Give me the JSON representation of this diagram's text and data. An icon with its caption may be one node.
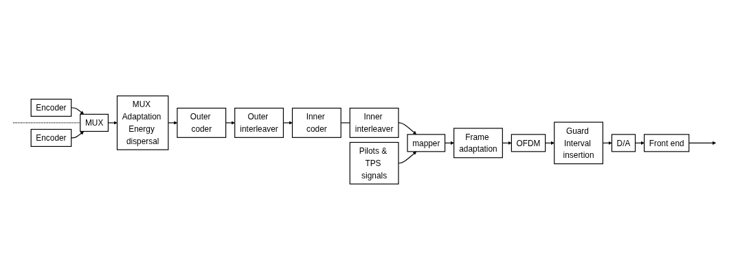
{
  "diagram": {
    "nodes": [
      {
        "text": [
          "Encoder"
        ]
      },
      {
        "text": [
          "Encoder"
        ]
      },
      {
        "text": [
          "MUX"
        ]
      },
      {
        "text": [
          "MUX Adaptation Energy dispersal"
        ]
      },
      {
        "text": [
          "Outer coder"
        ]
      },
      {
        "text": [
          "Outer interleaver"
        ]
      },
      {
        "text": [
          "Inner coder"
        ]
      },
      {
        "text": [
          "Inner interleaver"
        ]
      },
      {
        "text": [
          "mapper"
        ]
      },
      {
        "text": [
          "Frame adaptation"
        ]
      },
      {
        "text": [
          "OFDM"
        ]
      },
      {
        "text": [
          "Guard Interval insertion"
        ]
      },
      {
        "text": [
          "D/A"
        ]
      },
      {
        "text": [
          "Front end"
        ]
      },
      {
        "text": [
          "Pilots & TPS signals"
        ]
      }
    ],
    "edges": [
      {
        "from": 0,
        "to": 2,
        "arrow": "to"
      },
      {
        "from": null,
        "to": 2,
        "arrow": "none",
        "style": "dashed"
      },
      {
        "from": 1,
        "to": 2,
        "arrow": "to"
      },
      {
        "from": 2,
        "to": 3,
        "arrow": "to"
      },
      {
        "from": 3,
        "to": 4,
        "arrow": "to"
      },
      {
        "from": 4,
        "to": 5,
        "arrow": "to"
      },
      {
        "from": 5,
        "to": 6,
        "arrow": "to"
      },
      {
        "from": 6,
        "to": 7,
        "arrow": "none"
      },
      {
        "from": 7,
        "to": 8,
        "arrow": "to"
      },
      {
        "from": 8,
        "to": 9,
        "arrow": "to"
      },
      {
        "from": 9,
        "to": 10,
        "arrow": "to"
      },
      {
        "from": 10,
        "to": 11,
        "arrow": "to"
      },
      {
        "from": 11,
        "to": 12,
        "arrow": "to"
      },
      {
        "from": 12,
        "to": 13,
        "arrow": "to"
      },
      {
        "from": 14,
        "to": 8,
        "arrow": "to"
      },
      {
        "from": 13,
        "to": null,
        "arrow": "to"
      }
    ]
  }
}
